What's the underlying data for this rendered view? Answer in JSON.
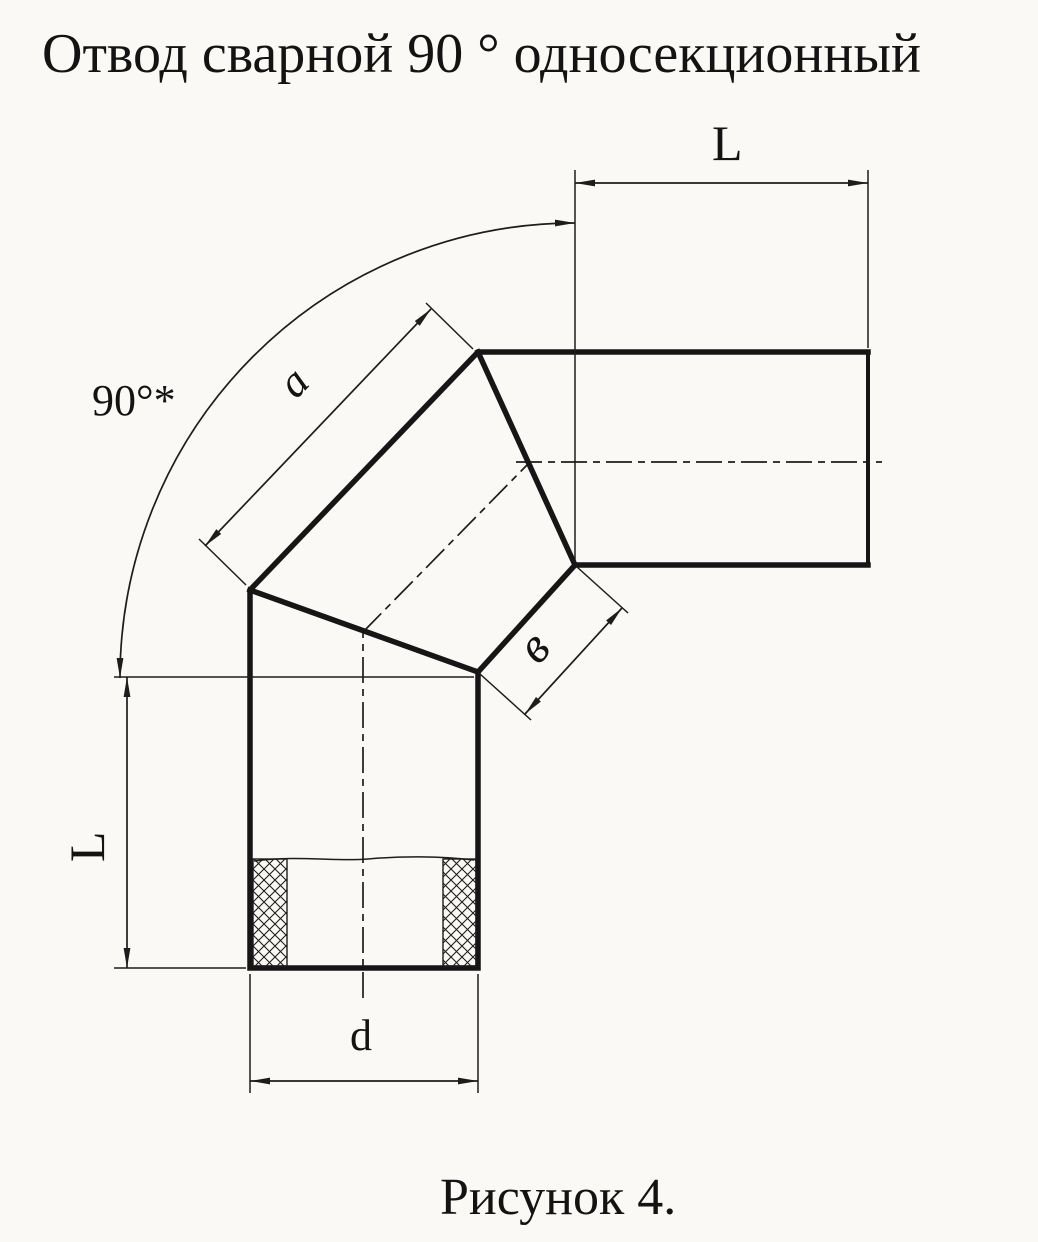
{
  "title": "Отвод сварной 90 ° односекционный",
  "caption": "Рисунок 4.",
  "labels": {
    "length_top": "L",
    "length_left": "L",
    "angle": "90°*",
    "outer_section": "a",
    "inner_section": "в",
    "diameter": "d"
  },
  "colors": {
    "ink": "#161616",
    "paper": "#faf9f6"
  }
}
